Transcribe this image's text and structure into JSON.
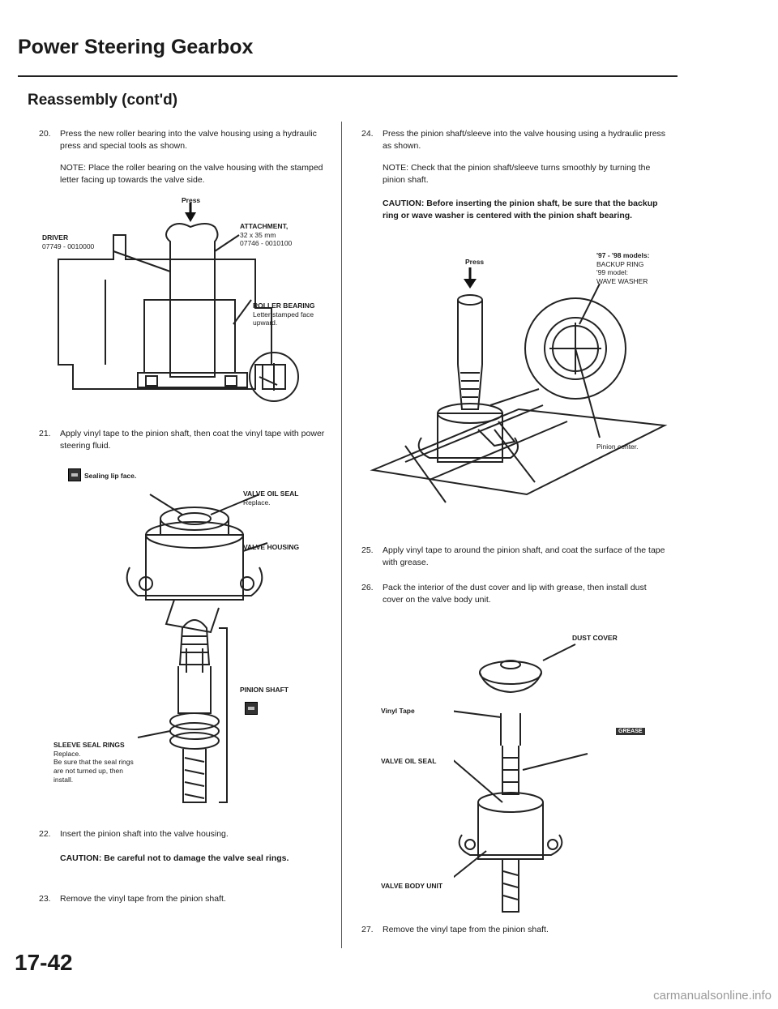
{
  "page_title": "Power Steering Gearbox",
  "section_title": "Reassembly (cont'd)",
  "page_number": "17-42",
  "watermark": "carmanualsonline.info",
  "steps": {
    "s20": {
      "num": "20.",
      "text": "Press the new roller bearing into the valve housing using a hydraulic press and special tools as shown."
    },
    "s20_note": "NOTE: Place the roller bearing on the valve housing with the stamped letter facing up towards the valve side.",
    "s21": {
      "num": "21.",
      "text": "Apply vinyl tape to the pinion shaft, then coat the vinyl tape with power steering fluid."
    },
    "s22": {
      "num": "22.",
      "text": "Insert the pinion shaft into the valve housing."
    },
    "s22_caution": "CAUTION: Be careful not to damage the valve seal rings.",
    "s23": {
      "num": "23.",
      "text": "Remove the vinyl tape from the pinion shaft."
    },
    "s24": {
      "num": "24.",
      "text": "Press the pinion shaft/sleeve into the valve housing using a hydraulic press as shown."
    },
    "s24_note": "NOTE: Check that the pinion shaft/sleeve turns smoothly by turning the pinion shaft.",
    "s24_caution": "CAUTION: Before inserting the pinion shaft, be sure that the backup ring or wave washer is centered with the pinion shaft bearing.",
    "s25": {
      "num": "25.",
      "text": "Apply vinyl tape to around the pinion shaft, and coat the surface of the tape with grease."
    },
    "s26": {
      "num": "26.",
      "text": "Pack the interior of the dust cover and lip with grease, then install dust cover on the valve body unit."
    },
    "s27": {
      "num": "27.",
      "text": "Remove the vinyl tape from the pinion shaft."
    }
  },
  "fig1": {
    "press": "Press",
    "driver": "DRIVER",
    "driver_pn": "07749 - 0010000",
    "attachment": "ATTACHMENT,",
    "attachment_size": "32 x 35 mm",
    "attachment_pn": "07746 - 0010100",
    "roller_bearing": "ROLLER BEARING",
    "roller_bearing_note": "Letter stamped face upward."
  },
  "fig2": {
    "sealing_lip": "Sealing lip face.",
    "valve_oil_seal": "VALVE OIL SEAL",
    "valve_oil_seal_note": "Replace.",
    "valve_housing": "VALVE HOUSING",
    "pinion_shaft": "PINION SHAFT",
    "sleeve_seal_rings": "SLEEVE SEAL RINGS",
    "sleeve_seal_rings_note1": "Replace.",
    "sleeve_seal_rings_note2": "Be sure that the seal rings are not turned up, then install."
  },
  "fig3": {
    "press": "Press",
    "models_97_98": "'97 - '98 models:",
    "backup_ring": "BACKUP RING",
    "model_99": "'99 model:",
    "wave_washer": "WAVE WASHER",
    "pinion_center": "Pinion center."
  },
  "fig4": {
    "dust_cover": "DUST COVER",
    "vinyl_tape": "Vinyl Tape",
    "valve_oil_seal": "VALVE OIL SEAL",
    "valve_body_unit": "VALVE BODY UNIT",
    "grease_tag": "GREASE"
  }
}
